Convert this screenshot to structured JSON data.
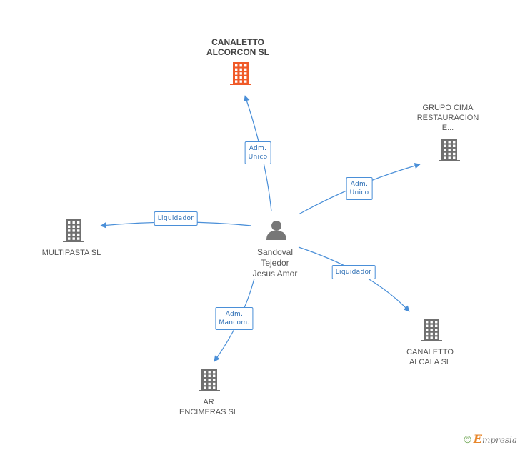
{
  "colors": {
    "edge": "#4a8fd8",
    "building": "#707070",
    "building_main": "#f05a28",
    "person": "#777777"
  },
  "center": {
    "label": "Sandoval\nTejedor\nJesus Amor",
    "icon": "person-icon"
  },
  "nodes": [
    {
      "id": "canaletto-alcorcon",
      "label": "CANALETTO\nALCORCON SL",
      "main": true,
      "icon": "building-icon",
      "relation": "Adm.\nUnico"
    },
    {
      "id": "grupo-cima",
      "label": "GRUPO CIMA\nRESTAURACION\nE...",
      "main": false,
      "icon": "building-icon",
      "relation": "Adm.\nUnico"
    },
    {
      "id": "multipasta",
      "label": "MULTIPASTA SL",
      "main": false,
      "icon": "building-icon",
      "relation": "Liquidador"
    },
    {
      "id": "canaletto-alcala",
      "label": "CANALETTO\nALCALA SL",
      "main": false,
      "icon": "building-icon",
      "relation": "Liquidador"
    },
    {
      "id": "ar-encimeras",
      "label": "AR\nENCIMERAS  SL",
      "main": false,
      "icon": "building-icon",
      "relation": "Adm.\nMancom."
    }
  ],
  "footer": {
    "copyright": "©",
    "brand_first": "E",
    "brand_rest": "mpresia"
  }
}
